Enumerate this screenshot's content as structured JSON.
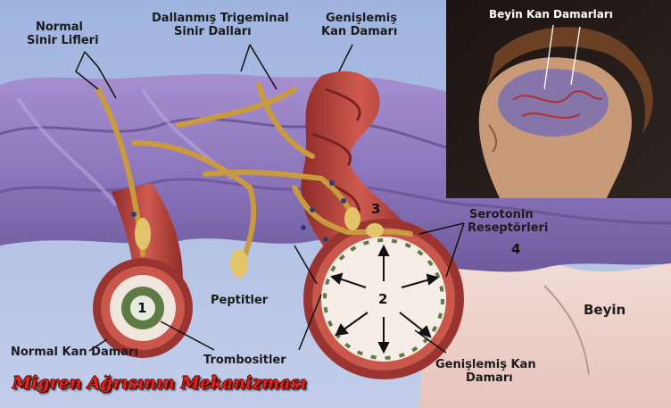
{
  "labels": {
    "normal_nerve": "Normal\nSinir Lifleri",
    "trigeminal": "Dallanmış Trigeminal\nSinir Dalları",
    "dilated_vessel_top": "Genişlemiş\nKan Damarı",
    "brain_vessels": "Beyin Kan Damarları",
    "serotonin": "Serotonin\nReseptörleri",
    "peptides": "Peptitler",
    "brain": "Beyin",
    "normal_vessel": "Normal Kan Damarı",
    "platelets": "Trombositler",
    "dilated_vessel_bottom": "Genişlemiş Kan\nDamarı"
  },
  "numbers": {
    "n1": "1",
    "n2": "2",
    "n3": "3",
    "n4": "4"
  },
  "title": "Migren Ağrısının Mekanizması",
  "colors": {
    "tissue": "#8b74b8",
    "vessel": "#b8433d",
    "nerve": "#d9b55a",
    "title": "#e8231a"
  }
}
